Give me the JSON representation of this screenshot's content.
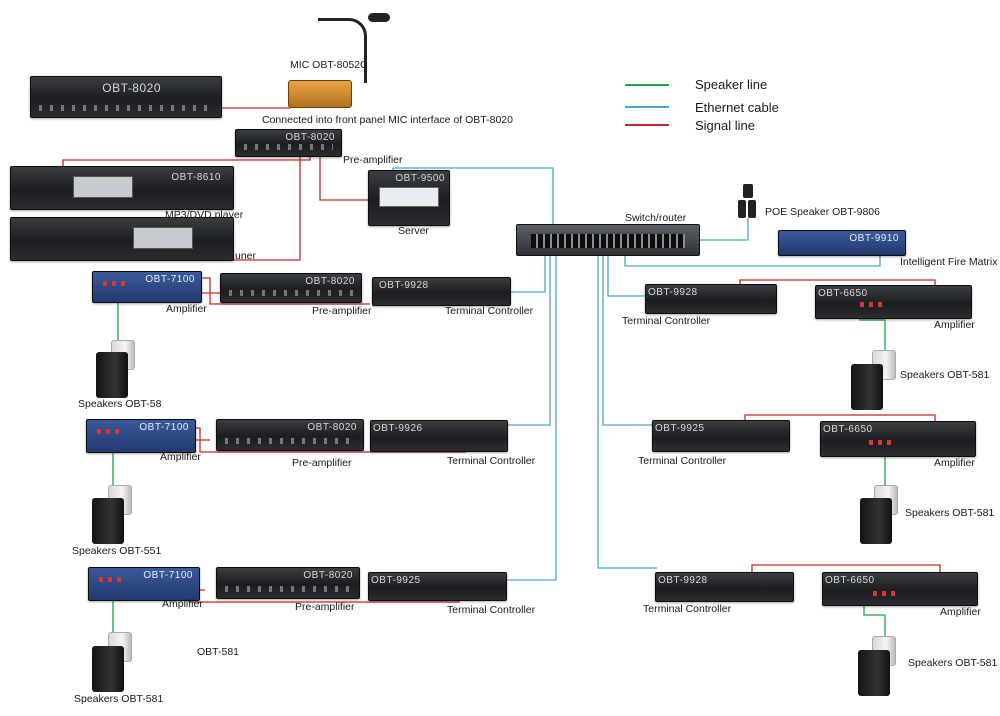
{
  "legend": {
    "speaker_line": "Speaker line",
    "ethernet_cable": "Ethernet cable",
    "signal_line": "Signal line",
    "speaker_color": "#1aa64a",
    "ethernet_color": "#4aa6c8",
    "signal_color": "#c8262a"
  },
  "devices": {
    "top_rack_model": "OBT-8020",
    "mic_label": "MIC OBT-8052C",
    "mic_connection_label": "Connected into front panel MIC interface of OBT-8020",
    "preamp_top_model": "OBT-8020",
    "preamp_top_label": "Pre-amplifier",
    "mp3_model": "OBT-8610",
    "mp3_label": "MP3/DVD player",
    "tuner_label": "uner",
    "server_model": "OBT-9500",
    "server_label": "Server",
    "switch_label": "Switch/router",
    "poe_label": "POE Speaker OBT-9806",
    "matrix_model": "OBT-9910",
    "matrix_label": "Intelligent Fire Matrix"
  },
  "left_zones": [
    {
      "amp_model": "OBT-7100",
      "amp_label": "Amplifier",
      "pre_model": "OBT-8020",
      "pre_label": "Pre-amplifier",
      "term_model": "OBT-9928",
      "term_label": "Terminal Controller",
      "speaker_label": "Speakers OBT-58"
    },
    {
      "amp_model": "OBT-7100",
      "amp_label": "Amplifier",
      "pre_model": "OBT-8020",
      "pre_label": "Pre-amplifier",
      "term_model": "OBT-9926",
      "term_label": "Terminal Controller",
      "speaker_label": "Speakers OBT-551"
    },
    {
      "amp_model": "OBT-7100",
      "amp_label": "Amplifier",
      "pre_model": "OBT-8020",
      "pre_label": "Pre-amplifier",
      "term_model": "OBT-9925",
      "term_label": "Terminal Controller",
      "speaker_label": "Speakers OBT-581",
      "extra_label": "OBT-581"
    }
  ],
  "right_zones": [
    {
      "term_model": "OBT-9928",
      "term_label": "Terminal Controller",
      "amp_model": "OBT-6650",
      "amp_label": "Amplifier",
      "speaker_label": "Speakers OBT-581"
    },
    {
      "term_model": "OBT-9925",
      "term_label": "Terminal Controller",
      "amp_model": "OBT-6650",
      "amp_label": "Amplifier",
      "speaker_label": "Speakers OBT-581"
    },
    {
      "term_model": "OBT-9928",
      "term_label": "Terminal Controller",
      "amp_model": "OBT-6650",
      "amp_label": "Amplifier",
      "speaker_label": "Speakers OBT-581"
    }
  ]
}
